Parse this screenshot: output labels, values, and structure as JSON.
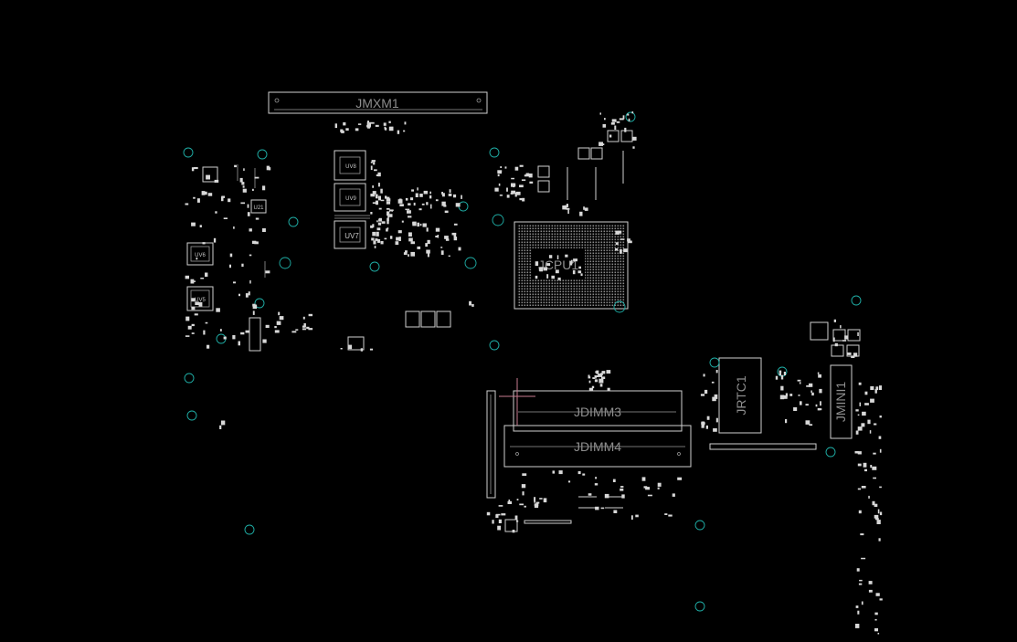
{
  "board": {
    "background": "#000000",
    "silkscreen_color": "#cfcfcf",
    "via_color": "#1fb0a8"
  },
  "labels": {
    "jmxm1": "JMXM1",
    "jcpu1": "JCPU1",
    "jdimm3": "JDIMM3",
    "jdimm4": "JDIMM4",
    "jrtc1": "JRTC1",
    "jmini1": "JMINI1",
    "uv8": "UV8",
    "uv9": "UV9",
    "uv7": "UV7",
    "uv6": "UV6",
    "uv5": "UV5",
    "ul1": "U21"
  }
}
